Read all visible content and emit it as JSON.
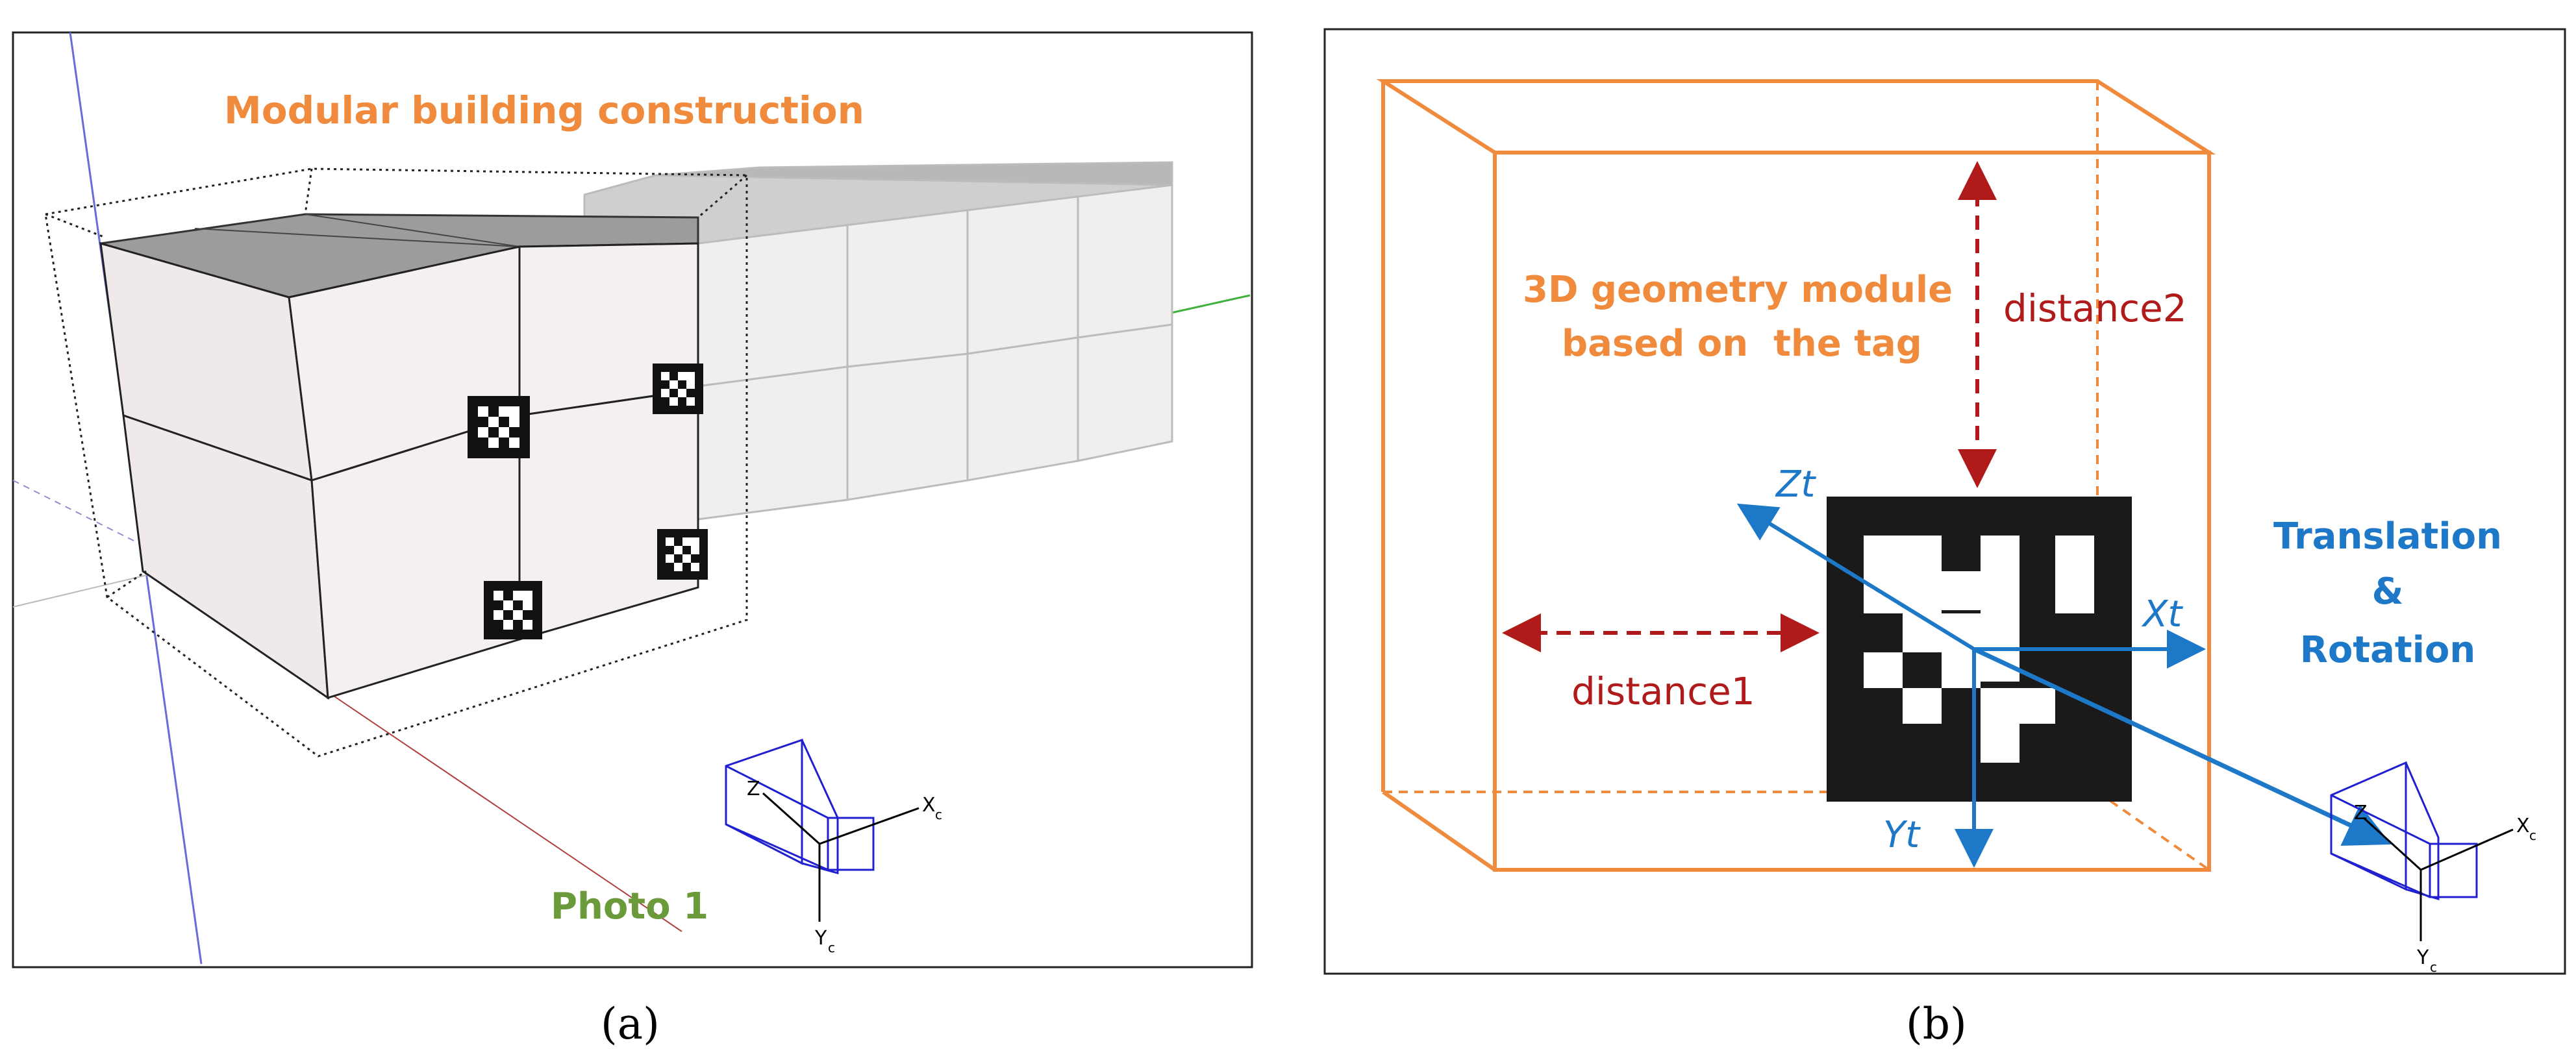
{
  "panel_a": {
    "title": "Modular building construction",
    "photo_label": "Photo 1",
    "camera_axes": {
      "z": "Z",
      "x": "X",
      "y": "Y",
      "sub": "c"
    },
    "caption": "(a)"
  },
  "panel_b": {
    "module_label_line1": "3D geometry module",
    "module_label_line2": "based on  the tag",
    "distance1": "distance1",
    "distance2": "distance2",
    "axes": {
      "zt": "Zt",
      "xt": "Xt",
      "yt": "Yt"
    },
    "transform_line1": "Translation",
    "transform_line2": "&",
    "transform_line3": "Rotation",
    "camera_axes": {
      "z": "Z",
      "x": "X",
      "y": "Y",
      "sub": "c"
    },
    "caption": "(b)"
  },
  "colors": {
    "orange": "#F08A3C",
    "green": "#6A9A3A",
    "blue": "#1E78C8",
    "dark_red": "#B01A1A",
    "camera_blue": "#2020D0"
  }
}
